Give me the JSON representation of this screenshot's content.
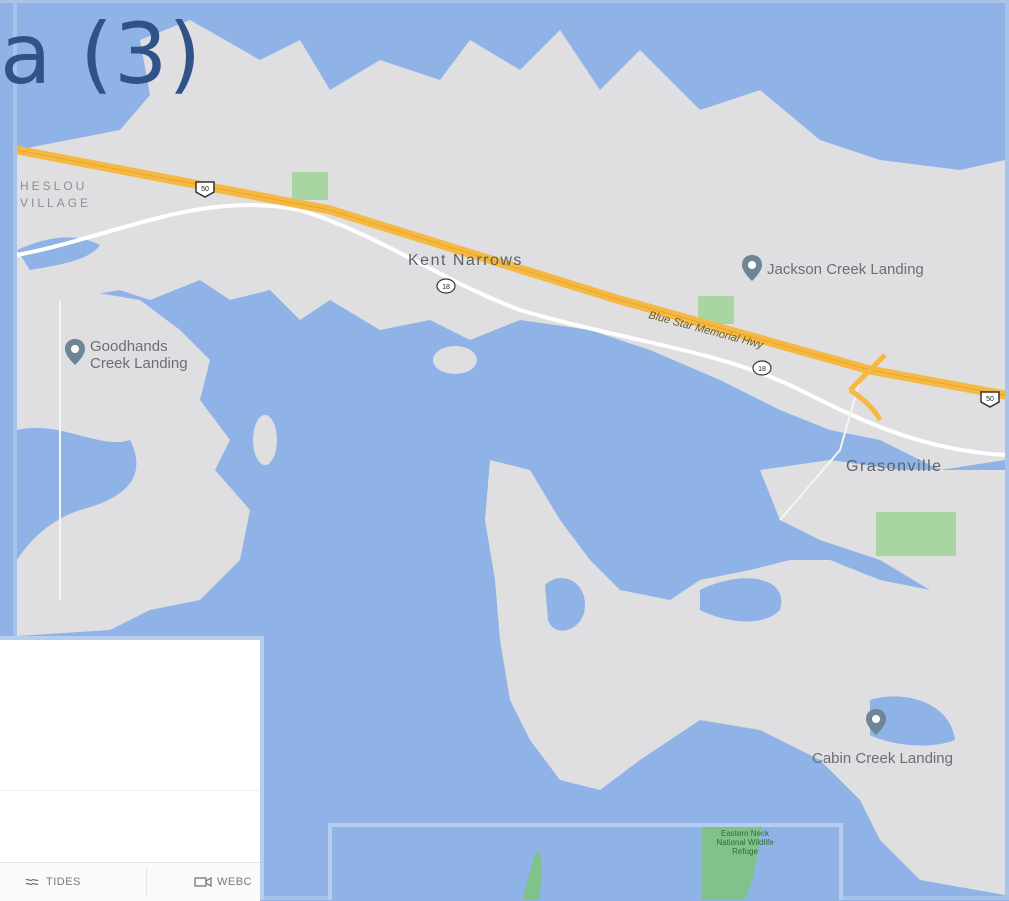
{
  "heading": {
    "visible_text": "a (3)"
  },
  "map": {
    "colors": {
      "water": "#8fb3e6",
      "land": "#dfdfe1",
      "highway": "#f5b943",
      "park": "#a8d5a2",
      "road": "#ffffff"
    },
    "places": {
      "kent_narrows": "Kent Narrows",
      "grasonville": "Grasonville",
      "jackson_creek_landing": "Jackson Creek Landing",
      "goodhands_creek_landing": "Goodhands Creek Landing",
      "cabin_creek_landing": "Cabin Creek Landing",
      "chesapeake_village": "HESLOU VILLAGE"
    },
    "highway_label": "Blue Star Memorial Hwy",
    "route_shields": {
      "us50": "50",
      "md18": "18"
    },
    "pin_icon": "location-pin-icon",
    "inset_label": "Eastern Neck National Wildlife Refuge"
  },
  "card": {
    "tabs": [
      {
        "label": "TIDES",
        "icon": "tides-icon"
      },
      {
        "label": "WEBC",
        "icon": "webcam-icon"
      }
    ]
  }
}
